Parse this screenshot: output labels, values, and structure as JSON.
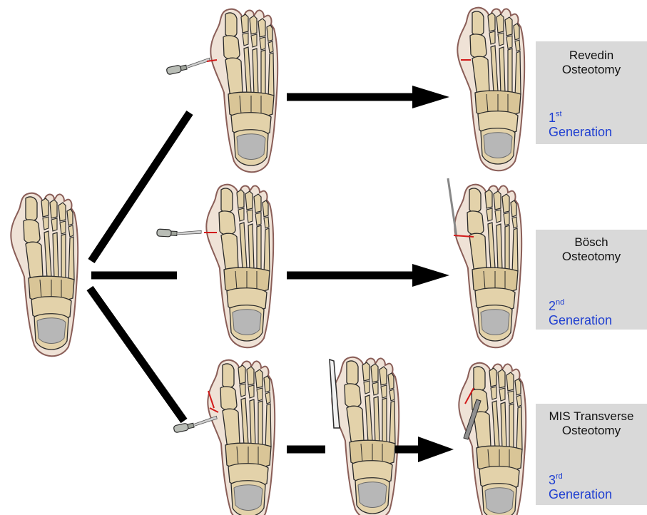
{
  "colors": {
    "bone": "#e3d2aa",
    "bone_shadow": "#c9b386",
    "outline": "#2a2a2a",
    "skin": "#efe2d6",
    "skin_edge": "#8a5e58",
    "heel": "#b7b7b7",
    "arrow": "#000000",
    "cut": "#d21a1a",
    "label_bg": "#d9d9d9",
    "generation_text": "#1f3fd1"
  },
  "rows": [
    {
      "technique_line1": "Revedin",
      "technique_line2": "Osteotomy",
      "generation_number": "1",
      "generation_suffix": "st",
      "generation_word": "Generation"
    },
    {
      "technique_line1": "Bösch",
      "technique_line2": "Osteotomy",
      "generation_number": "2",
      "generation_suffix": "nd",
      "generation_word": "Generation"
    },
    {
      "technique_line1": "MIS Transverse",
      "technique_line2": "Osteotomy",
      "generation_number": "3",
      "generation_suffix": "rd",
      "generation_word": "Generation"
    }
  ],
  "icons": [
    "foot-skeleton-icon",
    "burr-tool-icon",
    "k-wire-icon",
    "arrow-right-icon"
  ]
}
